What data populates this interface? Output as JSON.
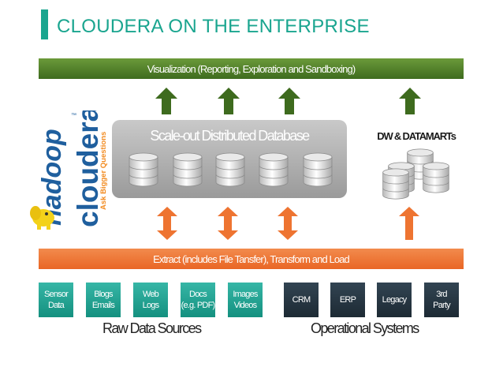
{
  "header": {
    "title": "CLOUDERA ON THE ENTERPRISE"
  },
  "top_banner": {
    "label": "Visualization (Reporting, Exploration and Sandboxing)"
  },
  "distributed_db": {
    "label": "Scale-out Distributed Database"
  },
  "dw": {
    "label": "DW & DATAMARTs"
  },
  "logos": {
    "hadoop": "hadoop",
    "cloudera": "cloudera",
    "cloudera_tagline": "Ask Bigger Questions",
    "trademark": "™"
  },
  "etl_banner": {
    "label": "Extract (includes File Tansfer), Transform and Load"
  },
  "raw_sources": [
    {
      "line1": "Sensor",
      "line2": "Data"
    },
    {
      "line1": "Blogs",
      "line2": "Emails"
    },
    {
      "line1": "Web",
      "line2": "Logs"
    },
    {
      "line1": "Docs",
      "line2": "(e.g. PDF)"
    },
    {
      "line1": "Images",
      "line2": "Videos"
    }
  ],
  "operational_systems": [
    {
      "label": "CRM"
    },
    {
      "label": "ERP"
    },
    {
      "label": "Legacy"
    },
    {
      "line1": "3rd",
      "line2": "Party"
    }
  ],
  "groups": {
    "raw": "Raw Data Sources",
    "operational": "Operational Systems"
  },
  "colors": {
    "accent_teal": "#1aa58f",
    "green_banner": "#4f7f2a",
    "orange_banner": "#ee7431",
    "orange_arrow": "#ee7431",
    "green_arrow": "#3e6b1e",
    "dark_box": "#26343f",
    "hadoop_blue": "#1f5f9e",
    "hadoop_yellow": "#f3d21a"
  }
}
